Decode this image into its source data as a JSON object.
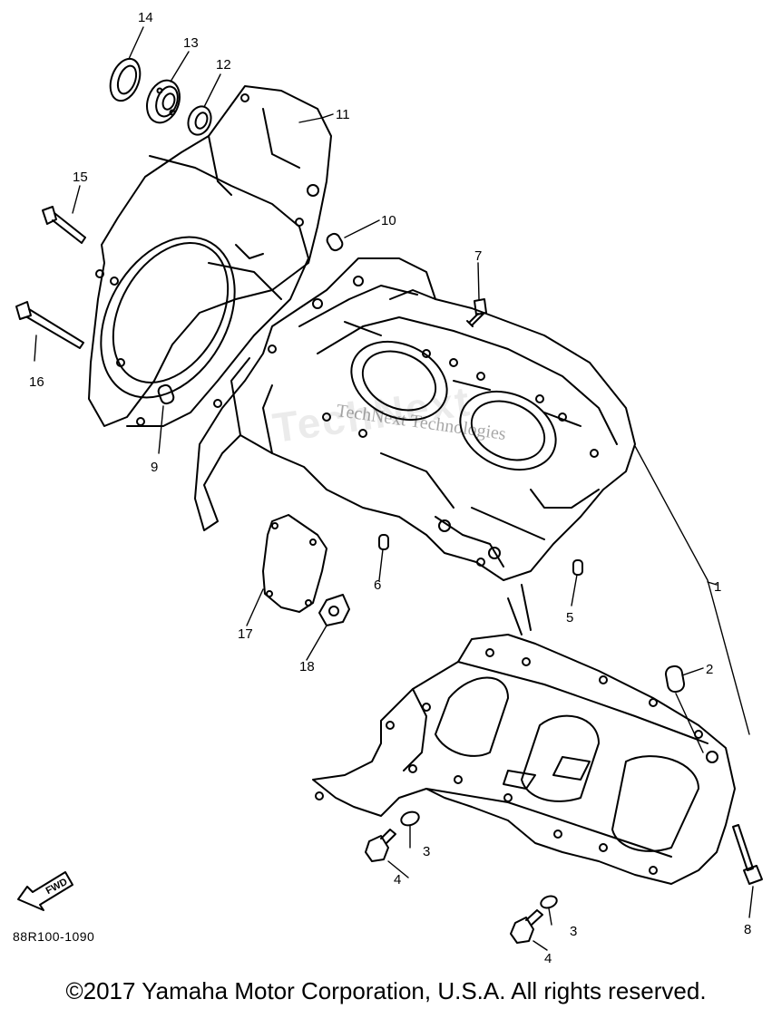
{
  "labels": {
    "p1": "1",
    "p2": "2",
    "p3a": "3",
    "p3b": "3",
    "p4a": "4",
    "p4b": "4",
    "p5": "5",
    "p6": "6",
    "p7": "7",
    "p8": "8",
    "p9": "9",
    "p10": "10",
    "p11": "11",
    "p12": "12",
    "p13": "13",
    "p14": "14",
    "p15": "15",
    "p16": "16",
    "p17": "17",
    "p18": "18"
  },
  "fwd": "FWD",
  "drawing_code": "88R100-1090",
  "watermark": "TechNext",
  "watermark_small": "TechNext Technologies",
  "copyright": "©2017 Yamaha Motor Corporation, U.S.A. All rights reserved."
}
